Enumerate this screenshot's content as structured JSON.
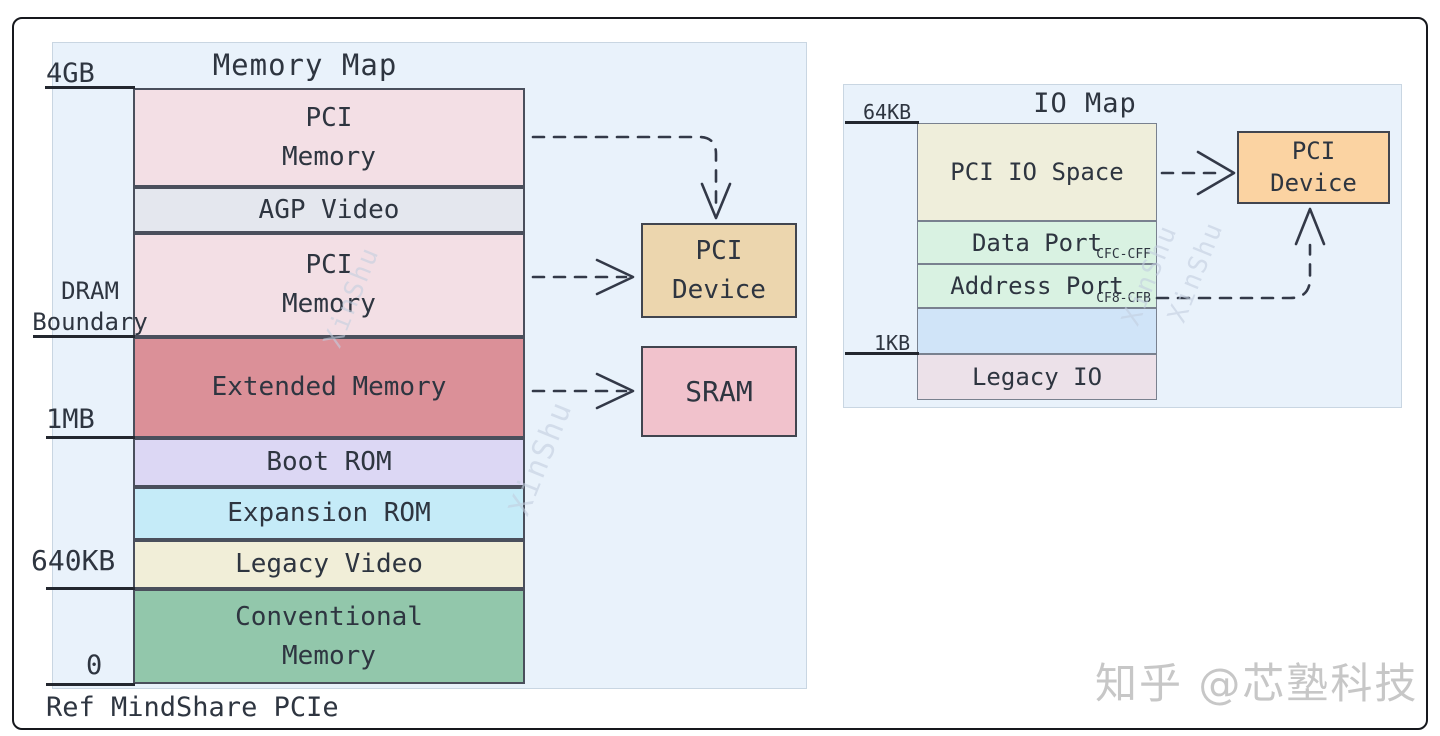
{
  "footer": {
    "ref_note": "Ref MindShare PCIe",
    "brand_watermark": "知乎 @芯塾科技"
  },
  "watermark": {
    "text": "XinShu"
  },
  "colors": {
    "panel_bg": "#e9f2fb",
    "block_border": "#4a4f5c",
    "arrow": "#333948"
  },
  "memory_map": {
    "title": "Memory Map",
    "ticks": {
      "top": "4GB",
      "dram": "DRAM\nBoundary",
      "one_mb": "1MB",
      "kb640": "640KB",
      "zero": "0"
    },
    "blocks": [
      {
        "name": "pci-memory-upper",
        "label": "PCI\nMemory",
        "color": "#f3dfe5"
      },
      {
        "name": "agp-video",
        "label": "AGP Video",
        "color": "#e4e7ee"
      },
      {
        "name": "pci-memory-lower",
        "label": "PCI\nMemory",
        "color": "#f3dfe5"
      },
      {
        "name": "extended-memory",
        "label": "Extended Memory",
        "color": "#db9098"
      },
      {
        "name": "boot-rom",
        "label": "Boot ROM",
        "color": "#dcd7f4"
      },
      {
        "name": "expansion-rom",
        "label": "Expansion ROM",
        "color": "#c5ebf8"
      },
      {
        "name": "legacy-video",
        "label": "Legacy Video",
        "color": "#f1eed8"
      },
      {
        "name": "conventional-memory",
        "label": "Conventional\nMemory",
        "color": "#92c7ab"
      }
    ],
    "devices": [
      {
        "name": "pci-device",
        "label": "PCI\nDevice",
        "color": "#ecd6ae"
      },
      {
        "name": "sram",
        "label": "SRAM",
        "color": "#f1c2cc"
      }
    ]
  },
  "io_map": {
    "title": "IO Map",
    "ticks": {
      "top": "64KB",
      "one_kb": "1KB"
    },
    "blocks": [
      {
        "name": "pci-io-space",
        "label": "PCI IO Space",
        "range": "",
        "color": "#efeedb"
      },
      {
        "name": "data-port",
        "label": "Data Port",
        "range": "CFC-CFF",
        "color": "#d9f2e2"
      },
      {
        "name": "address-port",
        "label": "Address Port",
        "range": "CF8-CFB",
        "color": "#d9f2e2"
      },
      {
        "name": "reserved",
        "label": "",
        "range": "",
        "color": "#d0e4f8"
      },
      {
        "name": "legacy-io",
        "label": "Legacy IO",
        "range": "",
        "color": "#ece1e9"
      }
    ],
    "devices": [
      {
        "name": "pci-device",
        "label": "PCI\nDevice",
        "color": "#fbd3a2"
      }
    ]
  }
}
